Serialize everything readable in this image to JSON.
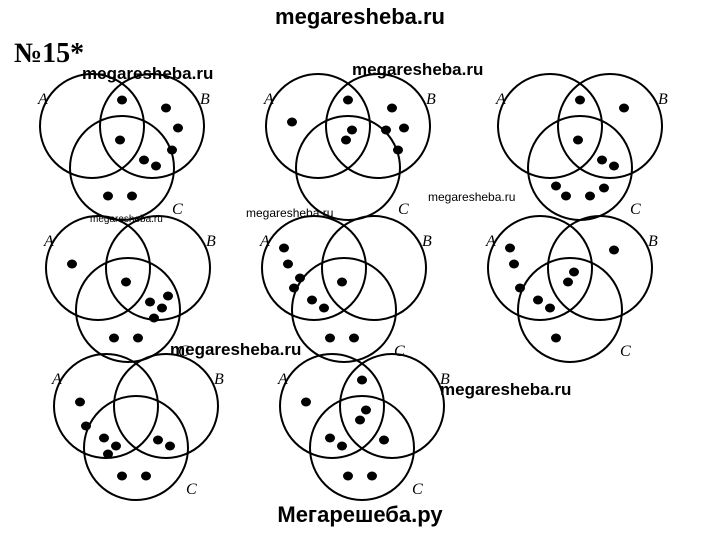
{
  "watermarks": {
    "top": "megaresheba.ru",
    "bottom": "Мегарешеба.ру",
    "small": "megaresheba.ru"
  },
  "task": {
    "number": "№15*"
  },
  "set_labels": {
    "a": "A",
    "b": "B",
    "c": "C"
  },
  "colors": {
    "ink": "#000000",
    "paper": "#ffffff"
  },
  "diagrams": [
    {
      "id": 1,
      "regions": {
        "a_only": 0,
        "b_only": 3,
        "c_only": 2,
        "ab_only": 1,
        "ac_only": 0,
        "bc_only": 2,
        "abc": 1
      }
    },
    {
      "id": 2,
      "regions": {
        "a_only": 1,
        "b_only": 4,
        "c_only": 0,
        "ab_only": 1,
        "ac_only": 0,
        "bc_only": 0,
        "abc": 2
      }
    },
    {
      "id": 3,
      "regions": {
        "a_only": 0,
        "b_only": 1,
        "c_only": 4,
        "ab_only": 1,
        "ac_only": 0,
        "bc_only": 2,
        "abc": 1
      }
    },
    {
      "id": 4,
      "regions": {
        "a_only": 1,
        "b_only": 0,
        "c_only": 2,
        "ab_only": 0,
        "ac_only": 0,
        "bc_only": 4,
        "abc": 1
      }
    },
    {
      "id": 5,
      "regions": {
        "a_only": 4,
        "b_only": 0,
        "c_only": 2,
        "ab_only": 0,
        "ac_only": 2,
        "bc_only": 0,
        "abc": 1
      }
    },
    {
      "id": 6,
      "regions": {
        "a_only": 3,
        "b_only": 1,
        "c_only": 1,
        "ab_only": 0,
        "ac_only": 2,
        "bc_only": 0,
        "abc": 2
      }
    },
    {
      "id": 7,
      "regions": {
        "a_only": 2,
        "b_only": 0,
        "c_only": 2,
        "ab_only": 0,
        "ac_only": 3,
        "bc_only": 2,
        "abc": 0
      }
    },
    {
      "id": 8,
      "regions": {
        "a_only": 1,
        "b_only": 0,
        "c_only": 2,
        "ab_only": 1,
        "ac_only": 2,
        "bc_only": 1,
        "abc": 2
      }
    }
  ]
}
